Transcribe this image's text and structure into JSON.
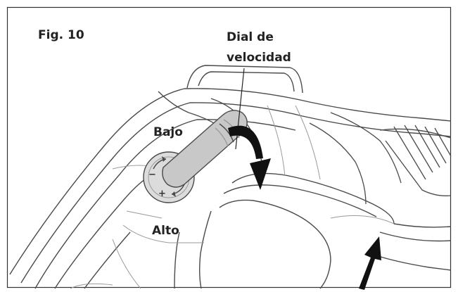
{
  "figure": {
    "number": "Fig. 10",
    "callout_line1": "Dial de",
    "callout_line2": "velocidad",
    "low_label": "Bajo",
    "high_label": "Alto"
  },
  "dial_symbols": {
    "minus": "−",
    "plus": "+"
  },
  "colors": {
    "line": "#4a4a4a",
    "light_line": "#9a9a9a",
    "dial_face": "#dcdcdc",
    "dial_lever": "#c8c8c8",
    "arrow": "#111111",
    "frame": "#333333"
  }
}
